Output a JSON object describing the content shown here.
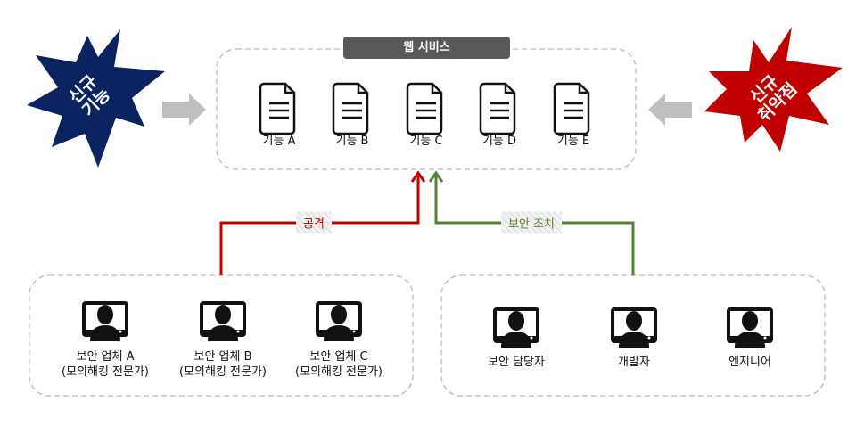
{
  "web_service": {
    "title": "웹 서비스",
    "features": [
      "기능 A",
      "기능 B",
      "기능 C",
      "기능 D",
      "기능 E"
    ]
  },
  "new_feature_burst": {
    "line1": "신규",
    "line2": "기능",
    "color": "#0b2361"
  },
  "new_vuln_burst": {
    "line1": "신규",
    "line2": "취약점",
    "color": "#c00000"
  },
  "attack": {
    "label": "공격",
    "color": "#c00000"
  },
  "defense": {
    "label": "보안 조치",
    "color": "#548235"
  },
  "attackers": [
    {
      "line1": "보안 업체 A",
      "line2": "(모의해킹 전문가)"
    },
    {
      "line1": "보안 업체 B",
      "line2": "(모의해킹 전문가)"
    },
    {
      "line1": "보안 업체 C",
      "line2": "(모의해킹 전문가)"
    }
  ],
  "defenders": [
    {
      "line1": "보안 담당자"
    },
    {
      "line1": "개발자"
    },
    {
      "line1": "엔지니어"
    }
  ]
}
